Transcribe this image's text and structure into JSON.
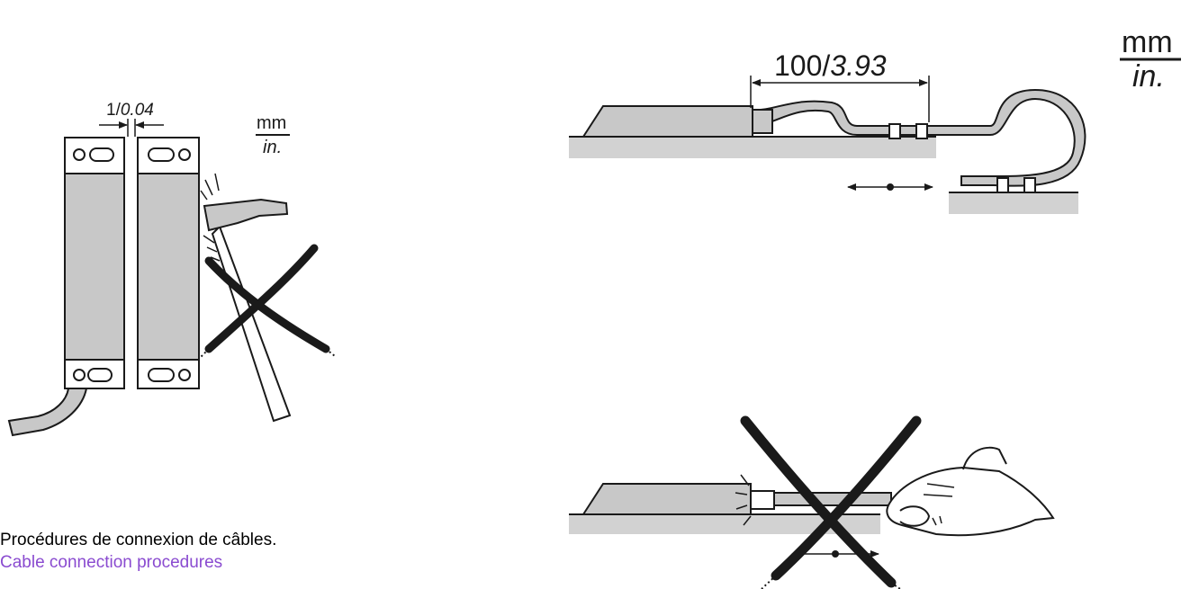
{
  "figure": {
    "gap_dimension": {
      "mm": "1/",
      "inch": "0.04"
    },
    "cable_dimension": {
      "mm": "100/",
      "inch": "3.93"
    },
    "unit_label": {
      "mm": "mm",
      "inch": "in."
    }
  },
  "captions": {
    "french": "Procédures de connexion de câbles.",
    "english": "Cable connection procedures"
  },
  "colors": {
    "part_fill": "#c8c8c8",
    "surface_fill": "#d2d2d2",
    "line": "#1a1a1a",
    "caption_english": "#8a4bd0"
  }
}
